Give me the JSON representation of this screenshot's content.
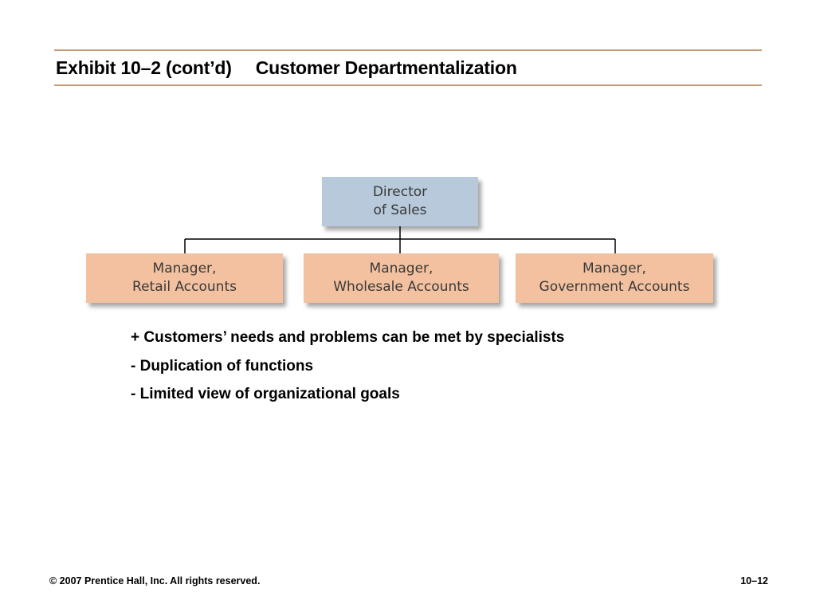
{
  "slide": {
    "title_left": "Exhibit 10–2 (cont’d)",
    "title_right": "Customer Departmentalization",
    "colors": {
      "rule": "#c49a78",
      "director_box": "#b7c9da",
      "manager_box": "#f3c19f"
    }
  },
  "org_chart": {
    "director": "Director\nof Sales",
    "managers": [
      "Manager,\nRetail Accounts",
      "Manager,\nWholesale Accounts",
      "Manager,\nGovernment Accounts"
    ]
  },
  "points": [
    "+ Customers’ needs and problems can be met by specialists",
    "- Duplication of functions",
    "- Limited view of organizational goals"
  ],
  "footer": {
    "copyright": "© 2007 Prentice Hall, Inc. All rights reserved.",
    "page": "10–12"
  }
}
